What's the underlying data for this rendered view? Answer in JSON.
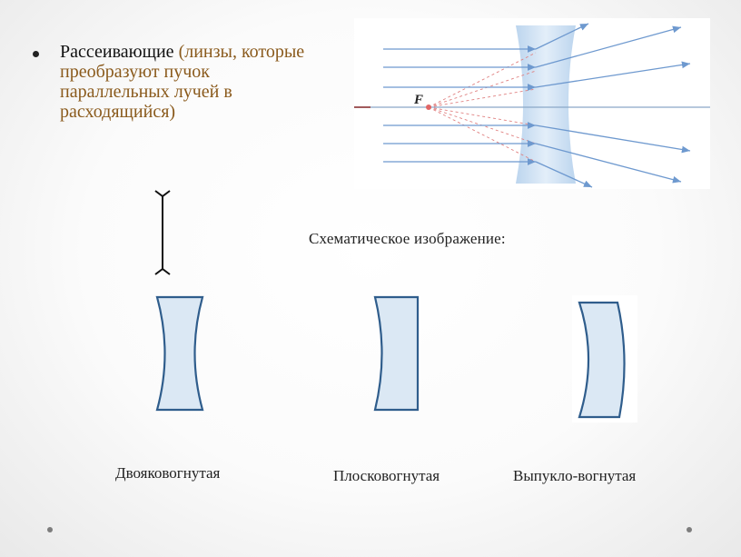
{
  "bullet": {
    "term": "Рассеивающие",
    "definition_line1": "(линзы, которые",
    "definition_line2": "преобразуют пучок",
    "definition_line3": "параллельных лучей в",
    "definition_line4": "расходящийся)"
  },
  "diagram": {
    "focus_label": "F"
  },
  "schematic_label": "Схематическое изображение:",
  "lenses": [
    {
      "caption": "Двояковогнутая"
    },
    {
      "caption": "Плосковогнутая"
    },
    {
      "caption": "Выпукло-вогнутая"
    }
  ],
  "colors": {
    "lens_fill": "#dbe8f4",
    "lens_stroke": "#2f5d8c",
    "ray": "#6e99cf",
    "bullet_accent": "#8a5a1c"
  }
}
